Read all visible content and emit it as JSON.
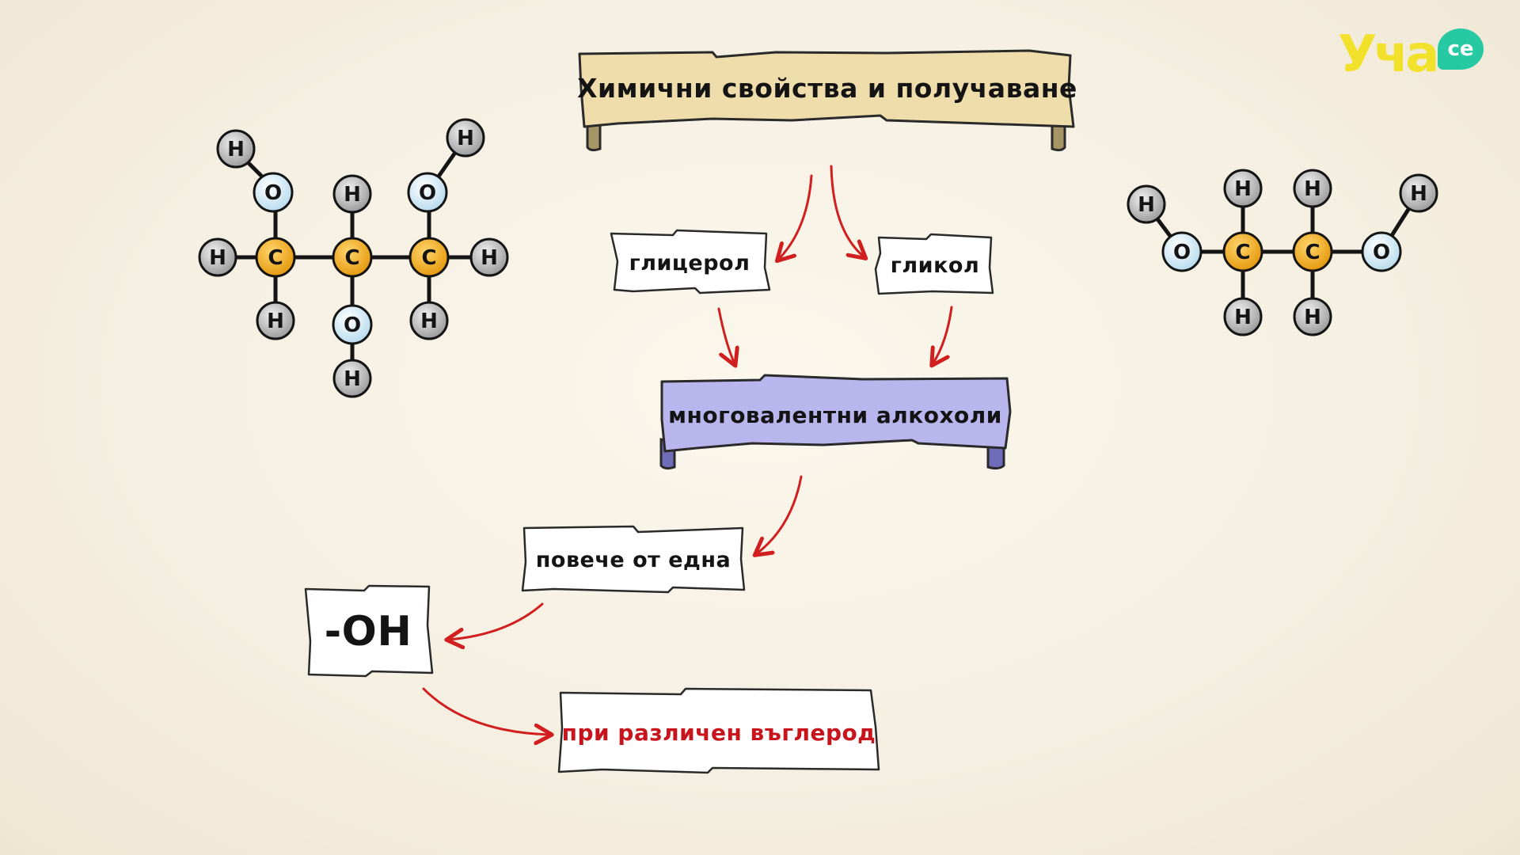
{
  "title": "Химични свойства и получаване",
  "nodes": {
    "glycerol": "глицерол",
    "glycol": "гликол",
    "polyhydric": "многовалентни алкохоли",
    "more_than_one": "повече от една",
    "oh_group": "-OH",
    "different_carbon": "при различен въглерод"
  },
  "atoms": {
    "hydrogen": "H",
    "carbon": "C",
    "oxygen": "O"
  },
  "logo": {
    "text": "Уча",
    "bubble": "се"
  },
  "colors": {
    "title_scroll": "#eedcaa",
    "purple_scroll": "#b9b6ee",
    "paper": "#ffffff",
    "arrow": "#d11f1f",
    "highlight_text": "#c8141c",
    "carbon": "#f0b020",
    "oxygen": "#d8ecf6",
    "hydrogen": "#c8c8c8",
    "logo_yellow": "#f2e12a",
    "logo_green": "#27c9a3"
  }
}
